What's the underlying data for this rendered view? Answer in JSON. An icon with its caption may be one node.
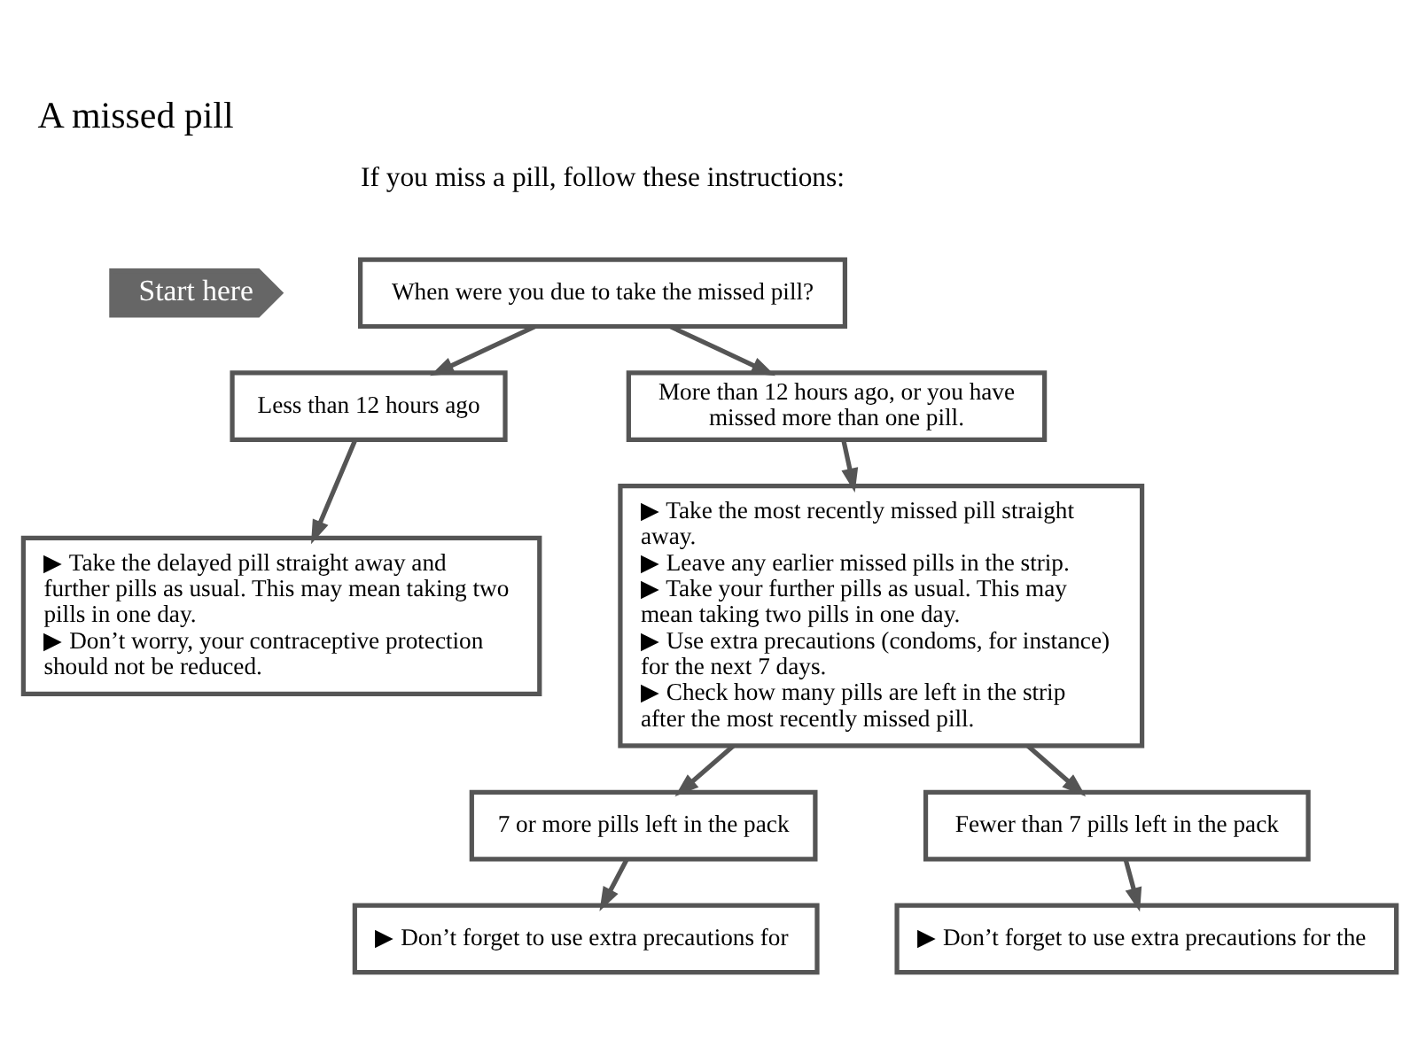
{
  "diagram": {
    "title": "A missed pill",
    "nodes": [
      {
        "text": [
          "Start here"
        ]
      },
      {
        "text": [
          "When were you due to take the missed pill?"
        ]
      },
      {
        "text": [
          "Less than 12 hours ago"
        ]
      },
      {
        "text": [
          "More than 12 hours ago, or you have missed more than one pill."
        ]
      },
      {
        "text": [
          "▶ Take the delayed pill straight away and further pills as usual. This may mean taking two pills in one day.",
          "▶ Don’t worry, your contraceptive protection should not be reduced."
        ]
      },
      {
        "text": [
          "▶ Take the most recently missed pill straight away.",
          "▶ Leave any earlier missed pills in the strip.",
          "▶ Take your further pills as usual. This may mean taking two pills in one day.",
          "▶ Use extra precautions (condoms, for instance) for the next 7 days.",
          "▶ Check how many pills are left in the strip after the most recently missed pill."
        ]
      },
      {
        "text": [
          "7 or more pills left in the pack"
        ]
      },
      {
        "text": [
          "Fewer than 7 pills left in the pack"
        ]
      },
      {
        "text": [
          "▶ Don’t forget to use extra precautions for"
        ]
      },
      {
        "text": [
          "▶ Don’t forget to use extra precautions for the"
        ]
      }
    ],
    "edges": [
      {
        "from": 1,
        "to": 2,
        "arrow": "to"
      },
      {
        "from": 1,
        "to": 3,
        "arrow": "to"
      },
      {
        "from": 2,
        "to": 4,
        "arrow": "to"
      },
      {
        "from": 3,
        "to": 5,
        "arrow": "to"
      },
      {
        "from": 5,
        "to": 6,
        "arrow": "to"
      },
      {
        "from": 5,
        "to": 7,
        "arrow": "to"
      },
      {
        "from": 6,
        "to": 8,
        "arrow": "to"
      },
      {
        "from": 7,
        "to": 9,
        "arrow": "to"
      }
    ],
    "labels": [
      "If you miss a pill, follow these instructions:"
    ]
  }
}
